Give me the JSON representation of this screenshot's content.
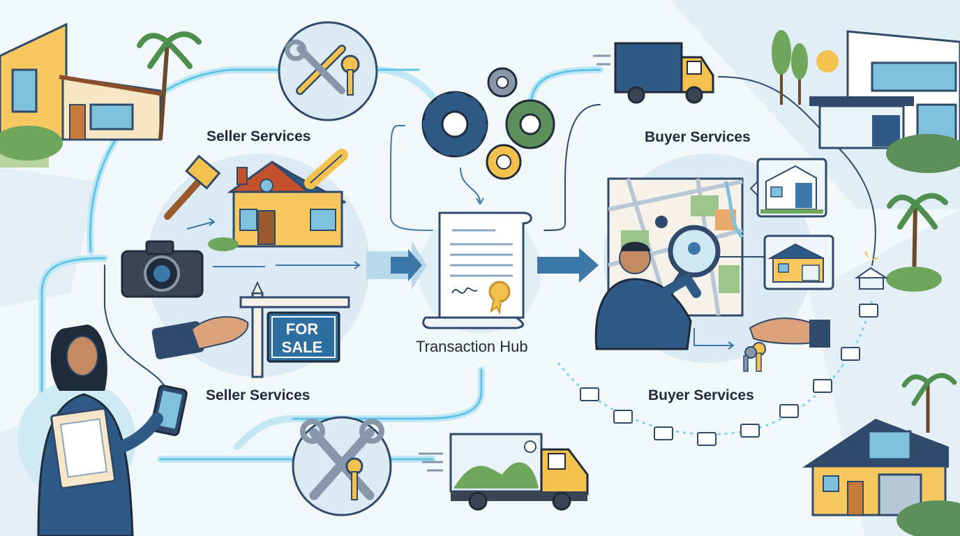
{
  "labels": {
    "seller_services_top": "Seller Services",
    "seller_services_bottom": "Seller Services",
    "buyer_services_top": "Buyer Services",
    "buyer_services_bottom": "Buyer Services",
    "transaction_hub": "Transaction Hub"
  },
  "sign": {
    "line1": "FOR",
    "line2": "SALE"
  },
  "colors": {
    "navy": "#2f4a6b",
    "sky": "#d7e9f3",
    "glow": "#7fd3ee",
    "yellow": "#f2c14e",
    "green": "#5c8f5a",
    "blue_accent": "#3c78a8"
  }
}
